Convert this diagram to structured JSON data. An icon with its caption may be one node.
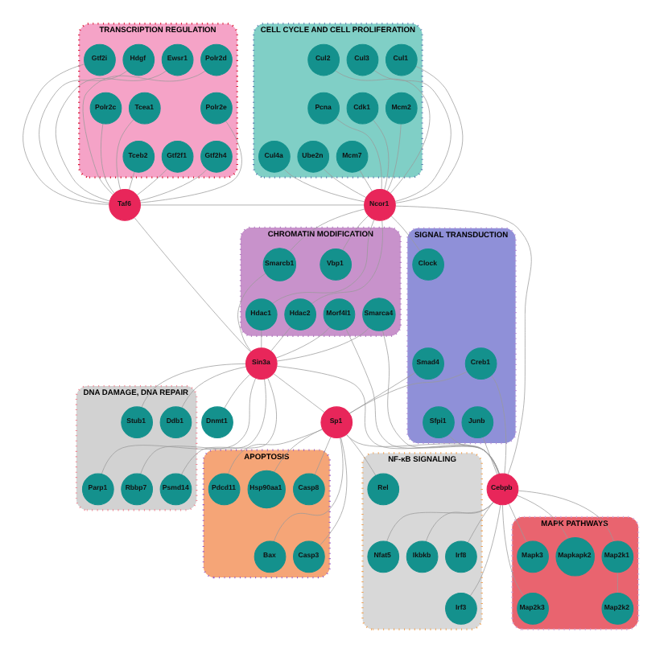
{
  "diagram": {
    "nodes": [
      {
        "text": [
          "TRANSCRIPTION REGULATION"
        ]
      },
      {
        "text": [
          "Ewsr1"
        ],
        "in": 0
      },
      {
        "text": [
          "Polr2d"
        ],
        "in": 0
      },
      {
        "text": [
          "Gtf2i"
        ],
        "in": 0
      },
      {
        "text": [
          "Polr2e"
        ],
        "in": 0
      },
      {
        "text": [
          "Polr2c"
        ],
        "in": 0
      },
      {
        "text": [
          "Hdgf"
        ],
        "in": 0
      },
      {
        "text": [
          "Tcea1"
        ],
        "in": 0
      },
      {
        "text": [
          "Tceb2"
        ],
        "in": 0
      },
      {
        "text": [
          "Gtf2h4"
        ],
        "in": 0
      },
      {
        "text": [
          "Gtf2f1"
        ],
        "in": 0
      },
      {
        "text": [
          "Taf6"
        ]
      },
      {
        "text": [
          "CELL CYCLE AND CELL PROLIFERATION"
        ]
      },
      {
        "text": [
          "Cul3"
        ],
        "in": 12
      },
      {
        "text": [
          "Cul1"
        ],
        "in": 12
      },
      {
        "text": [
          "Cul2"
        ],
        "in": 12
      },
      {
        "text": [
          "Cdk1"
        ],
        "in": 12
      },
      {
        "text": [
          "Mcm2"
        ],
        "in": 12
      },
      {
        "text": [
          "Pcna"
        ],
        "in": 12
      },
      {
        "text": [
          "Cul4a"
        ],
        "in": 12
      },
      {
        "text": [
          "Mcm7"
        ],
        "in": 12
      },
      {
        "text": [
          "Ube2n"
        ],
        "in": 12
      },
      {
        "text": [
          "CHROMATIN MODIFICATION"
        ]
      },
      {
        "text": [
          "Vbp1"
        ],
        "in": 22
      },
      {
        "text": [
          "Hdac2"
        ],
        "in": 22
      },
      {
        "text": [
          "Hdac1"
        ],
        "in": 22
      },
      {
        "text": [
          "Smarcb1"
        ],
        "in": 22
      },
      {
        "text": [
          "Smarca4"
        ],
        "in": 22
      },
      {
        "text": [
          "Morf4l1"
        ],
        "in": 22
      },
      {
        "text": [
          "Ncor1"
        ]
      },
      {
        "text": [
          "Dnmt1"
        ]
      },
      {
        "text": [
          "DNA DAMAGE, DNA REPAIR"
        ]
      },
      {
        "text": [
          "Ddb1"
        ],
        "in": 31
      },
      {
        "text": [
          "Stub1"
        ],
        "in": 31
      },
      {
        "text": [
          "Parp1"
        ],
        "in": 31
      },
      {
        "text": [
          "Rbbp7"
        ],
        "in": 31
      },
      {
        "text": [
          "Psmd14"
        ],
        "in": 31
      },
      {
        "text": [
          "Sin3a"
        ]
      },
      {
        "text": [
          "SIGNAL TRANSDUCTION"
        ]
      },
      {
        "text": [
          "Clock"
        ],
        "in": 38
      },
      {
        "text": [
          "Junb"
        ],
        "in": 38
      },
      {
        "text": [
          "Smad4"
        ],
        "in": 38
      },
      {
        "text": [
          "Sfpi1"
        ],
        "in": 38
      },
      {
        "text": [
          "Creb1"
        ],
        "in": 38
      },
      {
        "text": [
          "APOPTOSIS"
        ]
      },
      {
        "text": [
          "Pdcd11"
        ],
        "in": 44
      },
      {
        "text": [
          "Casp8"
        ],
        "in": 44
      },
      {
        "text": [
          "Bax"
        ],
        "in": 44
      },
      {
        "text": [
          "Casp3"
        ],
        "in": 44
      },
      {
        "text": [
          "Hsp90aa1"
        ],
        "in": 44
      },
      {
        "text": [
          "Sp1"
        ]
      },
      {
        "text": [
          "MAPK PATHWAYS"
        ]
      },
      {
        "text": [
          "Mapk3"
        ],
        "in": 51
      },
      {
        "text": [
          "Map2k2"
        ],
        "in": 51
      },
      {
        "text": [
          "Map2k1"
        ],
        "in": 51
      },
      {
        "text": [
          "Mapkapk2"
        ],
        "in": 51
      },
      {
        "text": [
          "Map2k3"
        ],
        "in": 51
      },
      {
        "text": [
          "Cebpb"
        ]
      },
      {
        "text": [
          "NF-κB SIGNALING"
        ]
      },
      {
        "text": [
          "Nfat5"
        ],
        "in": 58
      },
      {
        "text": [
          "Rel"
        ],
        "in": 58
      },
      {
        "text": [
          "Irf8"
        ],
        "in": 58
      },
      {
        "text": [
          "Irf3"
        ],
        "in": 58
      },
      {
        "text": [
          "Ikbkb"
        ],
        "in": 58
      }
    ],
    "edges": [
      {
        "from": 1,
        "to": 11,
        "arrow": "none"
      },
      {
        "from": 2,
        "to": 11,
        "arrow": "none"
      },
      {
        "from": 3,
        "to": 11,
        "arrow": "none"
      },
      {
        "from": 4,
        "to": 11,
        "arrow": "none"
      },
      {
        "from": 5,
        "to": 11,
        "arrow": "none"
      },
      {
        "from": 6,
        "to": 11,
        "arrow": "none"
      },
      {
        "from": 7,
        "to": 11,
        "arrow": "none"
      },
      {
        "from": 8,
        "to": 11,
        "arrow": "none"
      },
      {
        "from": 9,
        "to": 11,
        "arrow": "none"
      },
      {
        "from": 10,
        "to": 11,
        "arrow": "none"
      },
      {
        "from": 11,
        "to": 29,
        "arrow": "none"
      },
      {
        "from": 11,
        "to": 37,
        "arrow": "none"
      },
      {
        "from": 13,
        "to": 29,
        "arrow": "none"
      },
      {
        "from": 14,
        "to": 29,
        "arrow": "none"
      },
      {
        "from": 15,
        "to": 29,
        "arrow": "none"
      },
      {
        "from": 16,
        "to": 29,
        "arrow": "none"
      },
      {
        "from": 17,
        "to": 29,
        "arrow": "none"
      },
      {
        "from": 18,
        "to": 29,
        "arrow": "none"
      },
      {
        "from": 19,
        "to": 29,
        "arrow": "none"
      },
      {
        "from": 20,
        "to": 29,
        "arrow": "none"
      },
      {
        "from": 21,
        "to": 29,
        "arrow": "none"
      },
      {
        "from": 29,
        "to": 23,
        "arrow": "none"
      },
      {
        "from": 29,
        "to": 24,
        "arrow": "none"
      },
      {
        "from": 29,
        "to": 25,
        "arrow": "none"
      },
      {
        "from": 29,
        "to": 26,
        "arrow": "none"
      },
      {
        "from": 29,
        "to": 39,
        "arrow": "none"
      },
      {
        "from": 29,
        "to": 57,
        "arrow": "none"
      },
      {
        "from": 37,
        "to": 30,
        "arrow": "none"
      },
      {
        "from": 37,
        "to": 32,
        "arrow": "none"
      },
      {
        "from": 37,
        "to": 33,
        "arrow": "none"
      },
      {
        "from": 37,
        "to": 34,
        "arrow": "none"
      },
      {
        "from": 37,
        "to": 35,
        "arrow": "none"
      },
      {
        "from": 37,
        "to": 36,
        "arrow": "none"
      },
      {
        "from": 24,
        "to": 37,
        "arrow": "none"
      },
      {
        "from": 25,
        "to": 37,
        "arrow": "none"
      },
      {
        "from": 26,
        "to": 37,
        "arrow": "none"
      },
      {
        "from": 27,
        "to": 37,
        "arrow": "none"
      },
      {
        "from": 28,
        "to": 37,
        "arrow": "none"
      },
      {
        "from": 37,
        "to": 50,
        "arrow": "none"
      },
      {
        "from": 37,
        "to": 57,
        "arrow": "none"
      },
      {
        "from": 50,
        "to": 45,
        "arrow": "none"
      },
      {
        "from": 50,
        "to": 46,
        "arrow": "none"
      },
      {
        "from": 50,
        "to": 47,
        "arrow": "none"
      },
      {
        "from": 50,
        "to": 48,
        "arrow": "none"
      },
      {
        "from": 50,
        "to": 49,
        "arrow": "none"
      },
      {
        "from": 41,
        "to": 50,
        "arrow": "none"
      },
      {
        "from": 43,
        "to": 50,
        "arrow": "none"
      },
      {
        "from": 50,
        "to": 60,
        "arrow": "none"
      },
      {
        "from": 50,
        "to": 57,
        "arrow": "none"
      },
      {
        "from": 57,
        "to": 52,
        "arrow": "none"
      },
      {
        "from": 57,
        "to": 54,
        "arrow": "none"
      },
      {
        "from": 57,
        "to": 55,
        "arrow": "none"
      },
      {
        "from": 57,
        "to": 56,
        "arrow": "none"
      },
      {
        "from": 54,
        "to": 53,
        "arrow": "none"
      },
      {
        "from": 57,
        "to": 59,
        "arrow": "none"
      },
      {
        "from": 57,
        "to": 61,
        "arrow": "none"
      },
      {
        "from": 57,
        "to": 62,
        "arrow": "none"
      },
      {
        "from": 57,
        "to": 63,
        "arrow": "none"
      },
      {
        "from": 28,
        "to": 57,
        "arrow": "none"
      },
      {
        "from": 27,
        "to": 57,
        "arrow": "none"
      },
      {
        "from": 40,
        "to": 57,
        "arrow": "none"
      },
      {
        "from": 42,
        "to": 57,
        "arrow": "none"
      },
      {
        "from": 43,
        "to": 57,
        "arrow": "none"
      }
    ]
  }
}
